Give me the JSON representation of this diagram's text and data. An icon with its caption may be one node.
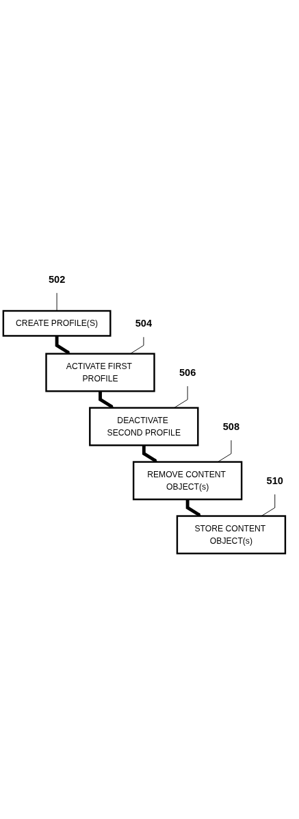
{
  "diagram": {
    "nodes": [
      {
        "text": [
          "CREATE PROFILE(S)"
        ]
      },
      {
        "text": [
          "502"
        ]
      },
      {
        "text": [
          "ACTIVATE FIRST PROFILE"
        ]
      },
      {
        "text": [
          "504"
        ]
      },
      {
        "text": [
          "DEACTIVATE SECOND PROFILE"
        ]
      },
      {
        "text": [
          "506"
        ]
      },
      {
        "text": [
          "REMOVE CONTENT OBJECT(s)"
        ]
      },
      {
        "text": [
          "508"
        ]
      },
      {
        "text": [
          "STORE CONTENT OBJECT(s)"
        ]
      },
      {
        "text": [
          "510"
        ]
      }
    ],
    "edges": [
      {
        "from": 0,
        "to": 2,
        "arrow": "to",
        "style": "thick"
      },
      {
        "from": 2,
        "to": 4,
        "arrow": "to",
        "style": "thick"
      },
      {
        "from": 4,
        "to": 6,
        "arrow": "to",
        "style": "thick"
      },
      {
        "from": 6,
        "to": 8,
        "arrow": "to",
        "style": "thick"
      },
      {
        "from": 1,
        "to": 0,
        "arrow": "none"
      },
      {
        "from": 3,
        "to": 2,
        "arrow": "none"
      },
      {
        "from": 5,
        "to": 4,
        "arrow": "none"
      },
      {
        "from": 7,
        "to": 6,
        "arrow": "none"
      },
      {
        "from": 9,
        "to": 8,
        "arrow": "none"
      }
    ]
  }
}
